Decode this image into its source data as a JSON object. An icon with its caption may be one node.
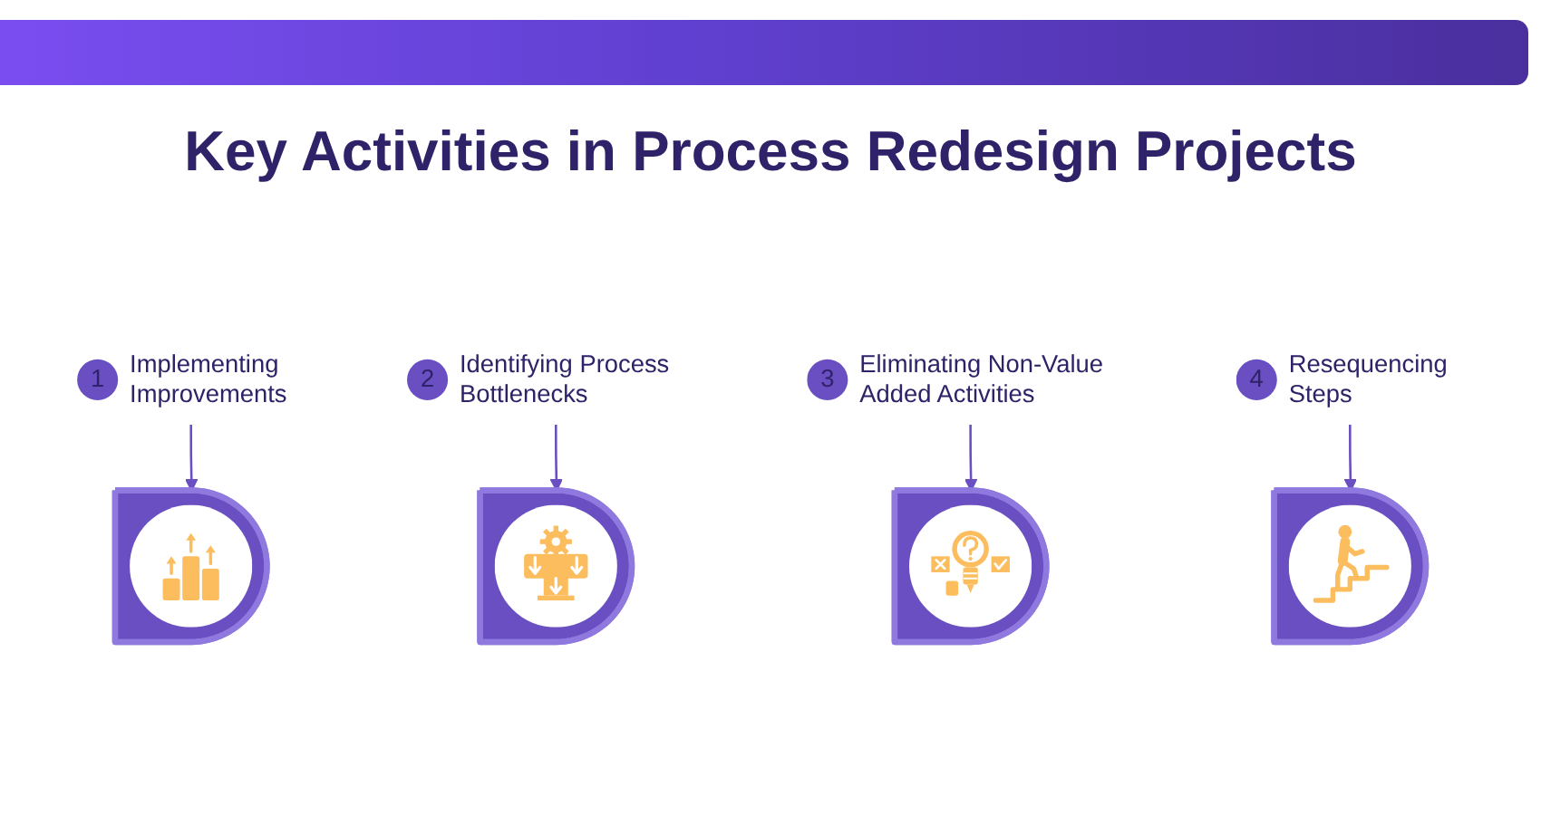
{
  "diagram": {
    "title": "Key Activities in Process Redesign Projects",
    "nodes": [
      {
        "text": [
          "1",
          "Implementing Improvements"
        ]
      },
      {
        "text": [],
        "shape": "picture"
      },
      {
        "text": [
          "2",
          "Identifying Process Bottlenecks"
        ]
      },
      {
        "text": [],
        "shape": "picture"
      },
      {
        "text": [
          "3",
          "Eliminating Non-Value Added Activities"
        ]
      },
      {
        "text": [],
        "shape": "picture"
      },
      {
        "text": [
          "4",
          "Resequencing Steps"
        ]
      },
      {
        "text": [],
        "shape": "picture"
      }
    ],
    "edges": [
      {
        "from": 0,
        "to": 1,
        "arrow": "to"
      },
      {
        "from": 2,
        "to": 3,
        "arrow": "to"
      },
      {
        "from": 4,
        "to": 5,
        "arrow": "to"
      },
      {
        "from": 6,
        "to": 7,
        "arrow": "to"
      }
    ]
  }
}
